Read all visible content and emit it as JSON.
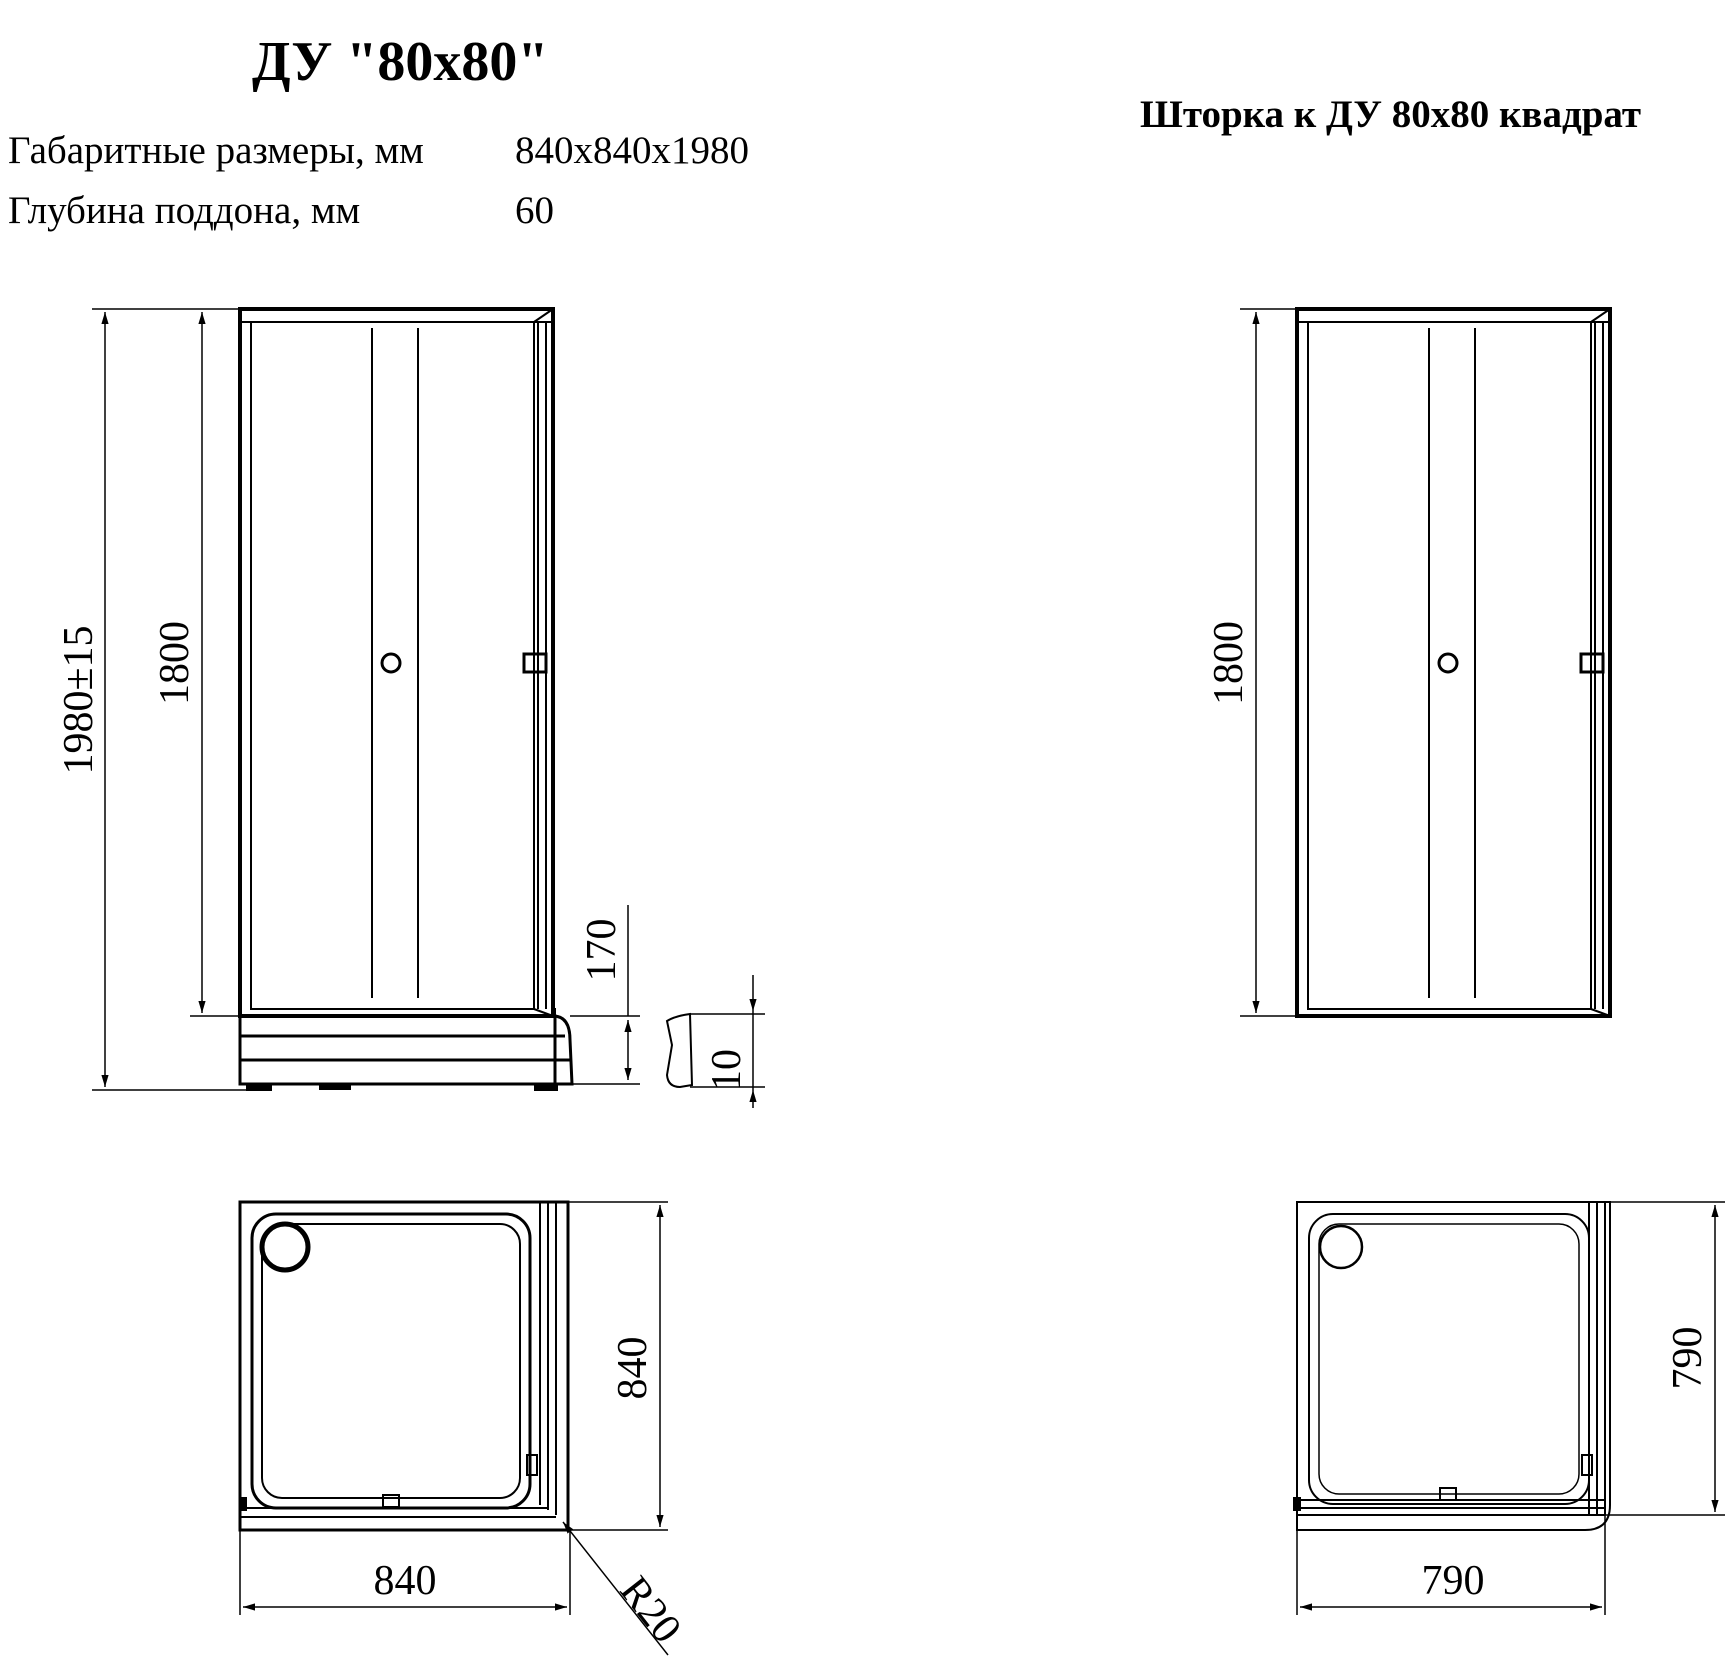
{
  "header": {
    "title": "ДУ \"80х80\"",
    "curtain_title": "Шторка к ДУ 80х80 квадрат"
  },
  "specs": [
    {
      "label": "Габаритные размеры, мм",
      "value": "840х840х1980"
    },
    {
      "label": "Глубина поддона, мм",
      "value": "60"
    }
  ],
  "cabin_front": {
    "height_total": "1980±15",
    "height_door": "1800",
    "tray_height": "170",
    "tray_detail": "10"
  },
  "cabin_plan": {
    "depth": "840",
    "width": "840",
    "radius": "R20"
  },
  "curtain_front": {
    "height_door": "1800"
  },
  "curtain_plan": {
    "depth": "790",
    "width": "790"
  }
}
